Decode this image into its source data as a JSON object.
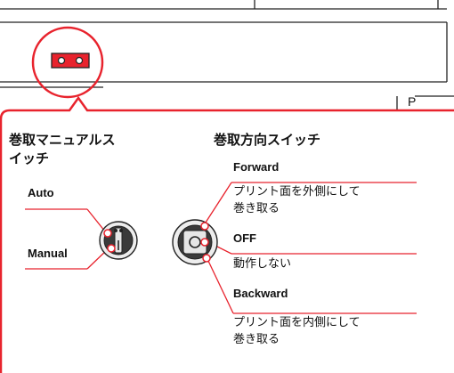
{
  "colors": {
    "callout": "#e8232d",
    "line": "#222222",
    "knob_dark": "#3a3a3a",
    "knob_light": "#d9d9d9"
  },
  "device": {
    "panel_mark": "P"
  },
  "icons": [
    "two-hole-socket-icon",
    "auto-manual-switch-icon",
    "direction-switch-icon"
  ],
  "manual_switch": {
    "title_line1": "巻取マニュアルス",
    "title_line2": "イッチ",
    "options": [
      {
        "label": "Auto"
      },
      {
        "label": "Manual"
      }
    ]
  },
  "direction_switch": {
    "title": "巻取方向スイッチ",
    "options": [
      {
        "label": "Forward",
        "desc_line1": "プリント面を外側にして",
        "desc_line2": "巻き取る"
      },
      {
        "label": "OFF",
        "desc_line1": "動作しない",
        "desc_line2": ""
      },
      {
        "label": "Backward",
        "desc_line1": "プリント面を内側にして",
        "desc_line2": "巻き取る"
      }
    ]
  }
}
